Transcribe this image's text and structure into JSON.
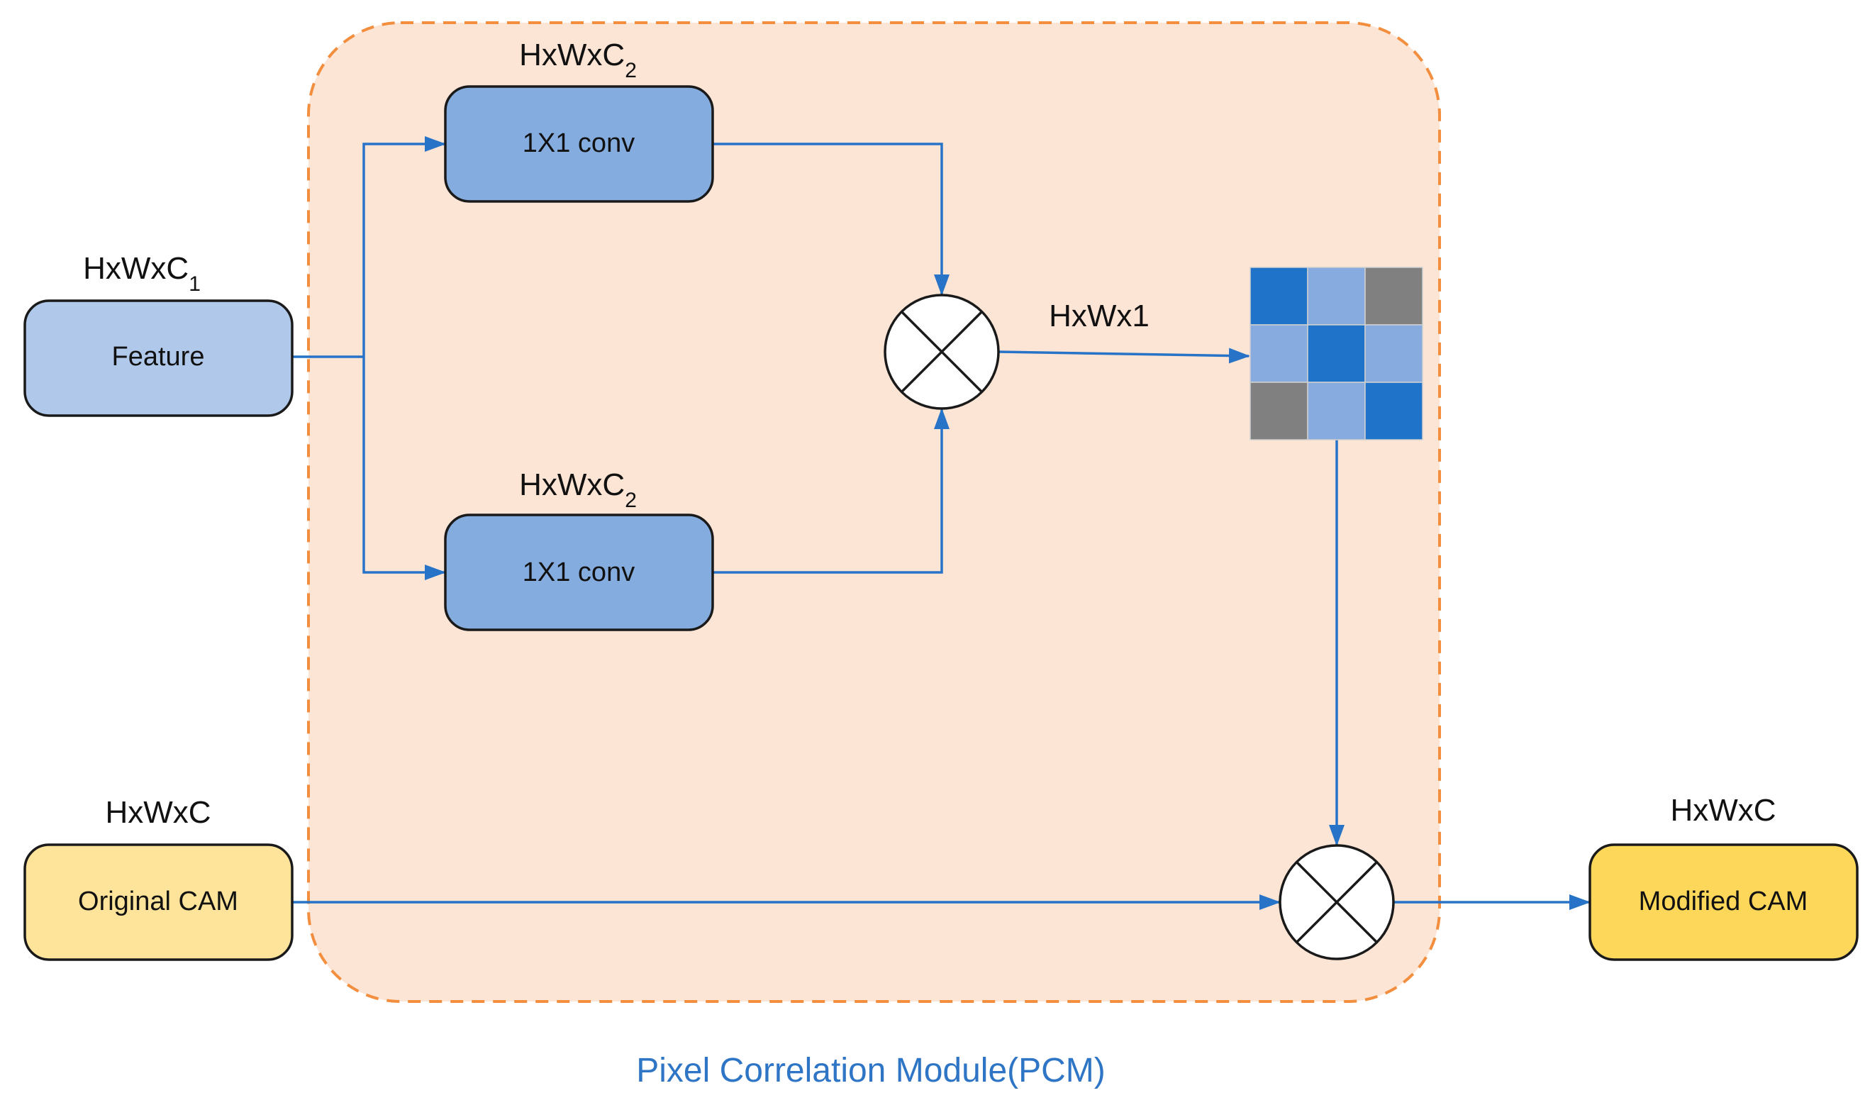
{
  "module": {
    "caption": "Pixel Correlation Module(PCM)",
    "caption_color": "#2E75C6",
    "fill_color": "#FDE5D6",
    "border_color": "#F28E3D"
  },
  "nodes": {
    "feature": {
      "label": "Feature",
      "dim_main": "HxWxC",
      "dim_sub": "1",
      "fill": "#B0C8EA"
    },
    "conv_top": {
      "label": "1X1 conv",
      "dim_main": "HxWxC",
      "dim_sub": "2",
      "fill": "#85ACDF"
    },
    "conv_bottom": {
      "label": "1X1 conv",
      "dim_main": "HxWxC",
      "dim_sub": "2",
      "fill": "#85ACDF"
    },
    "multiply_top": {
      "icon": "multiply-icon",
      "out_label": "HxWx1"
    },
    "multiply_bottom": {
      "icon": "multiply-icon"
    },
    "original_cam": {
      "label": "Original CAM",
      "dim_main": "HxWxC",
      "fill": "#FDE49A"
    },
    "modified_cam": {
      "label": "Modified CAM",
      "dim_main": "HxWxC",
      "fill": "#FDD75A"
    }
  },
  "correlation_matrix": {
    "icon": "correlation-matrix-icon",
    "cells": [
      [
        "#1F73C9",
        "#87ABDF",
        "#808080"
      ],
      [
        "#87ABDF",
        "#1F73C9",
        "#87ABDF"
      ],
      [
        "#808080",
        "#87ABDF",
        "#1F73C9"
      ]
    ]
  },
  "colors": {
    "arrow": "#2673C7",
    "box_border": "#1a1a1a"
  }
}
